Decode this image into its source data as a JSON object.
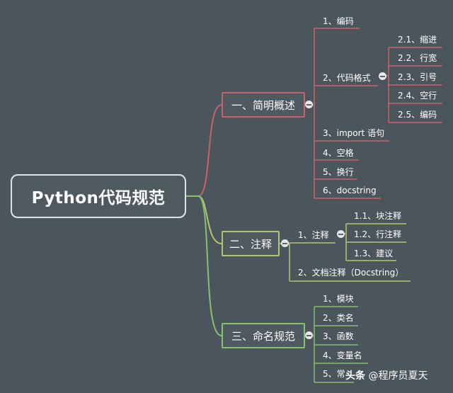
{
  "root": "Python代码规范",
  "branches": [
    {
      "label": "一、简明概述",
      "children": [
        "1、编码",
        "2、代码格式",
        "3、import 语句",
        "4、空格",
        "5、换行",
        "6、docstring"
      ],
      "sub": [
        "2.1、缩进",
        "2.2、行宽",
        "2.3、引号",
        "2.4、空行",
        "2.5、编码"
      ]
    },
    {
      "label": "二、注释",
      "children": [
        "1、注释",
        "2、文档注释（Docstring）"
      ],
      "sub": [
        "1.1、块注释",
        "1.2、行注释",
        "1.3、建议"
      ]
    },
    {
      "label": "三、命名规范",
      "children": [
        "1、模块",
        "2、类名",
        "3、函数",
        "4、变量名",
        "5、常"
      ]
    }
  ],
  "watermark": {
    "brand": "头条",
    "author": "@程序员夏天"
  },
  "colors": {
    "background": "#4b555c",
    "branch1": "#c9626a",
    "branch2": "#b7c56d",
    "branch3": "#88bf70"
  }
}
